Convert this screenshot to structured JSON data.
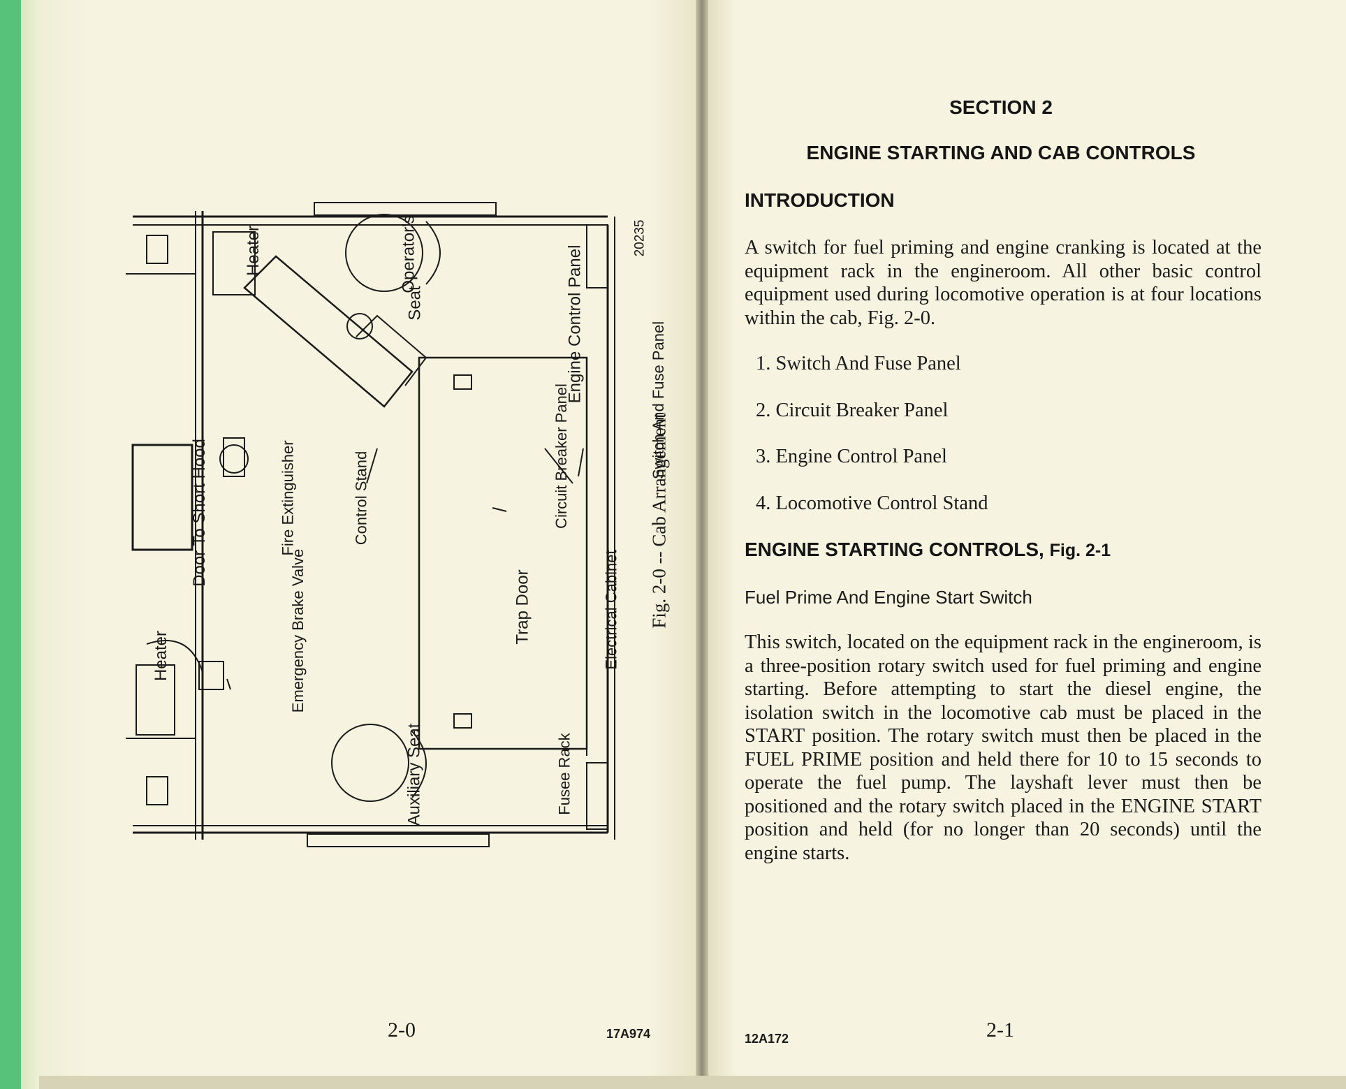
{
  "left_page": {
    "page_number": "2-0",
    "doc_code": "17A974"
  },
  "diagram": {
    "caption": "Fig. 2-0 -- Cab Arrangement",
    "labels": {
      "heater_top": "Heater",
      "operators_seat": "Operator's",
      "operators_seat_2": "Seat",
      "engine_control_panel": "Engine Control Panel",
      "figure_number": "20235",
      "switch_and_fuse_panel": "Switch And Fuse Panel",
      "circuit_breaker_panel": "Circuit Breaker Panel",
      "control_stand": "Control Stand",
      "fire_extinguisher": "Fire Extinguisher",
      "door_to_short_hood": "Door To Short Hood",
      "trap_door": "Trap Door",
      "electrical_cabinet": "Electrical Cabinet",
      "emergency_brake_valve": "Emergency Brake Valve",
      "heater_bottom": "Heater",
      "auxiliary_seat": "Auxiliary Seat",
      "fusee_rack": "Fusee Rack"
    }
  },
  "right_page": {
    "section": "SECTION 2",
    "section_title": "ENGINE STARTING AND CAB CONTROLS",
    "intro_heading": "INTRODUCTION",
    "intro_text": "A switch for fuel priming and engine cranking is located at the equipment rack in the engineroom. All other basic control equipment used during locomotive operation is at four locations within the cab, Fig. 2-0.",
    "list": [
      "1. Switch And Fuse Panel",
      "2. Circuit Breaker Panel",
      "3. Engine Control Panel",
      "4. Locomotive Control Stand"
    ],
    "controls_heading": "ENGINE STARTING CONTROLS, ",
    "controls_fig": "Fig. 2-1",
    "subheading": "Fuel Prime And Engine Start Switch",
    "body_text": "This switch, located on the equipment rack in the engineroom, is a three-position rotary switch used for fuel priming and engine starting. Before attempting to start the diesel engine, the isolation switch in the locomotive cab must be placed in the START position. The rotary switch must then be placed in the FUEL PRIME position and held there for 10 to 15 seconds to operate the fuel pump. The layshaft lever must then be positioned and the rotary switch placed in the ENGINE START position and held (for no longer than 20 seconds) until the engine starts.",
    "doc_code": "12A172",
    "page_number": "2-1"
  }
}
